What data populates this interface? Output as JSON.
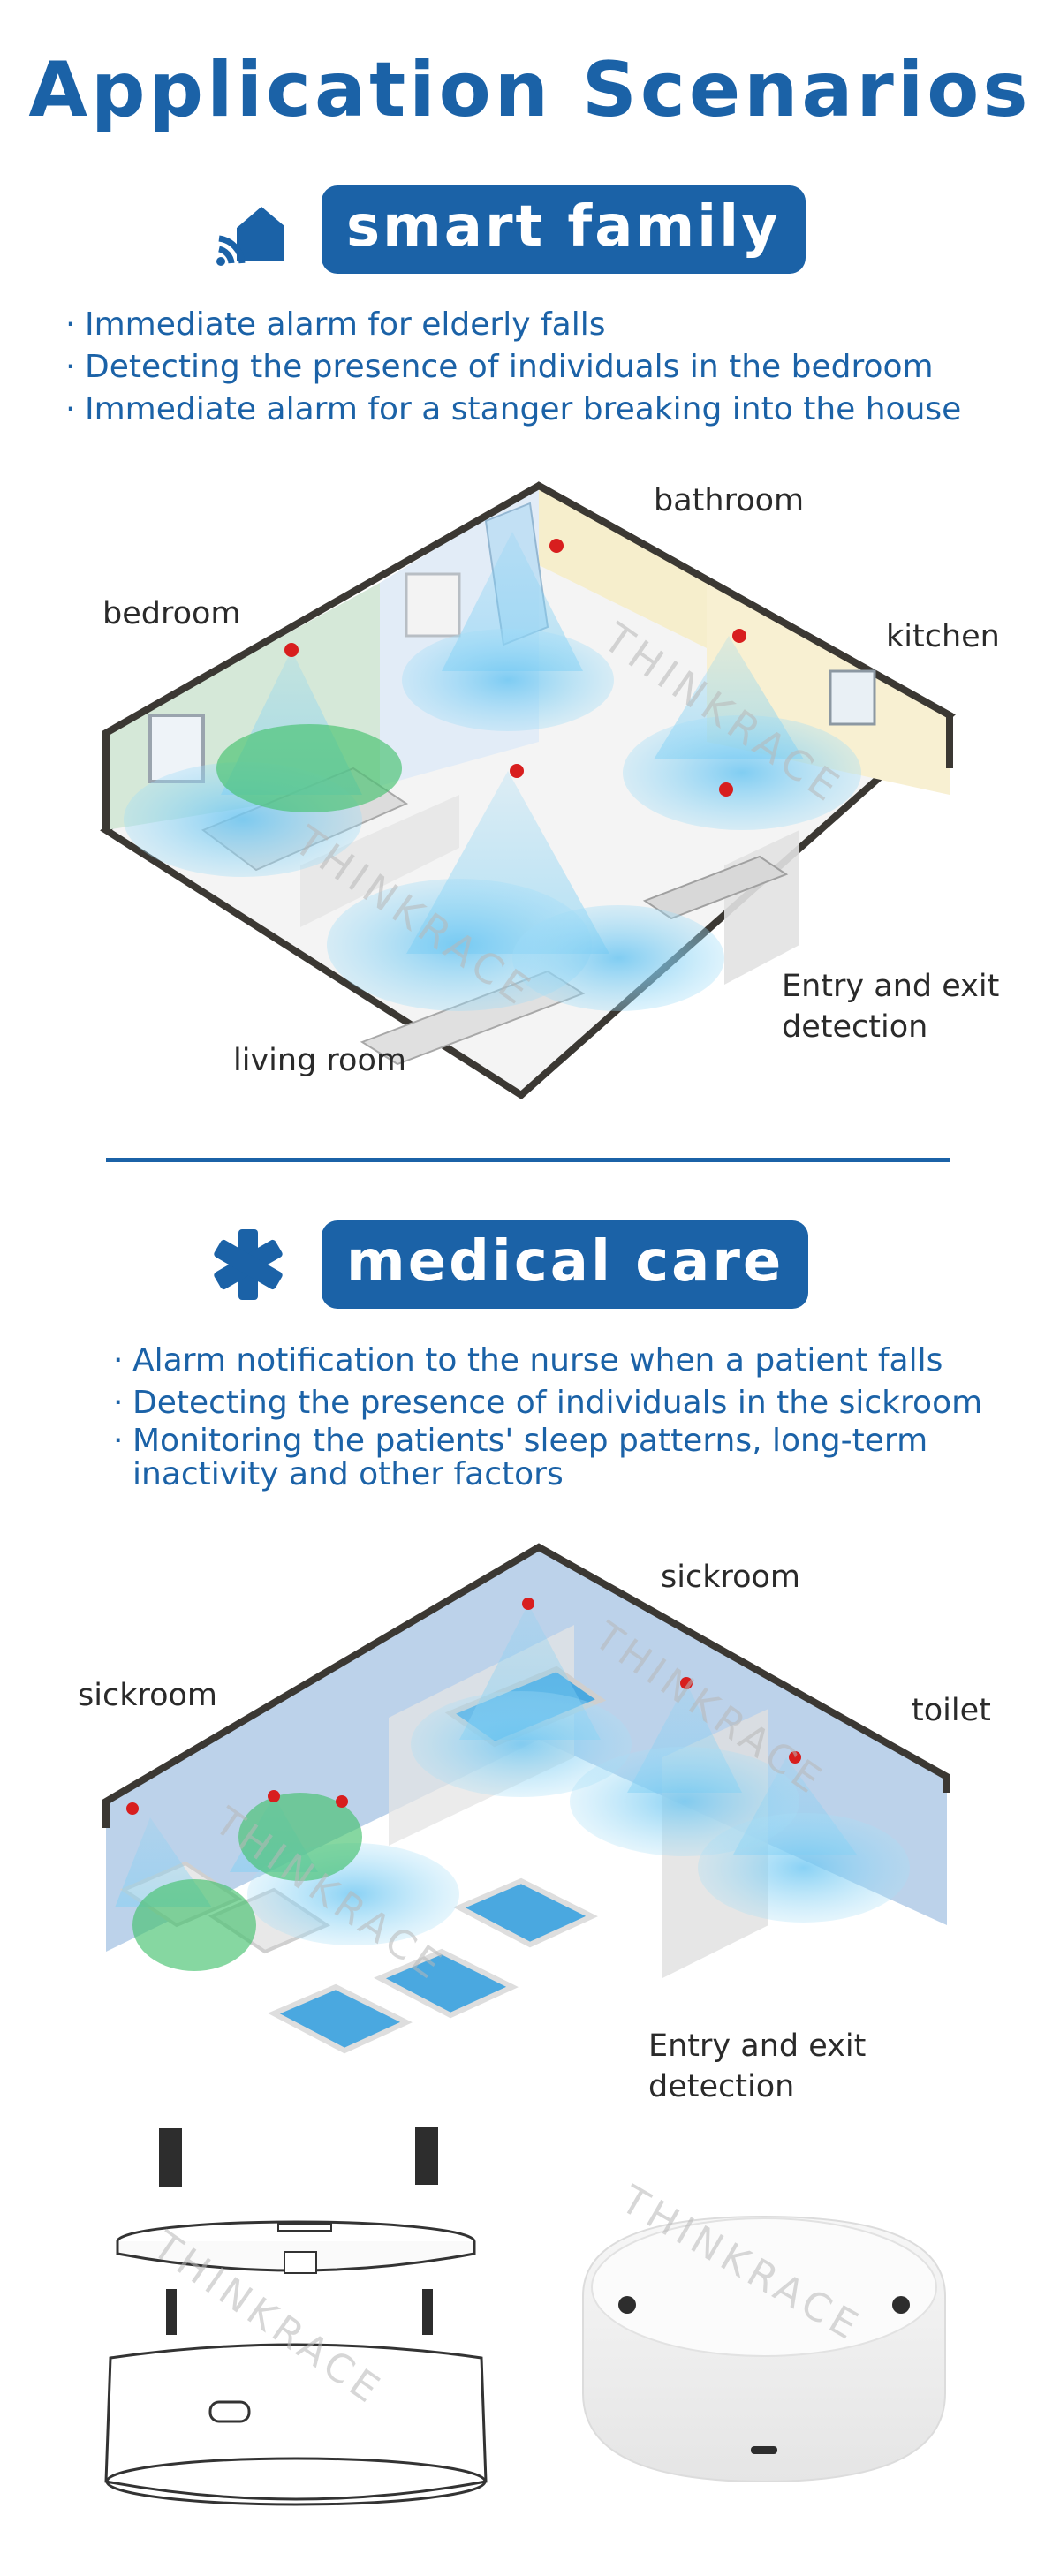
{
  "title": "Application Scenarios",
  "smart_family": {
    "heading": "smart family",
    "icon": "smart-home-signal-icon",
    "bullet_marker": "·",
    "bullets": [
      "Immediate alarm for elderly falls",
      "Detecting the presence of individuals in the bedroom",
      "Immediate alarm for a stanger breaking into the house"
    ],
    "rooms": {
      "bathroom": "bathroom",
      "bedroom": "bedroom",
      "kitchen": "kitchen",
      "entry_line1": "Entry and exit",
      "entry_line2": "detection",
      "living_room": "living room"
    }
  },
  "medical_care": {
    "heading": "medical care",
    "icon": "medical-star-icon",
    "bullet_marker": "·",
    "bullets": [
      "Alarm notification to the nurse when a patient falls",
      "Detecting the presence of individuals in the sickroom",
      "Monitoring the patients' sleep patterns, long-term",
      "inactivity and other factors"
    ],
    "rooms": {
      "sickroom_top": "sickroom",
      "sickroom_left": "sickroom",
      "toilet": "toilet",
      "entry_line1": "Entry and exit",
      "entry_line2": "detection"
    }
  },
  "watermark": "THINKRACE",
  "colors": {
    "brand_blue": "#1b62a7",
    "sensor_red": "#d81e1e",
    "detection_blue": "#4fb3ea",
    "person_green": "#3cc06a"
  }
}
